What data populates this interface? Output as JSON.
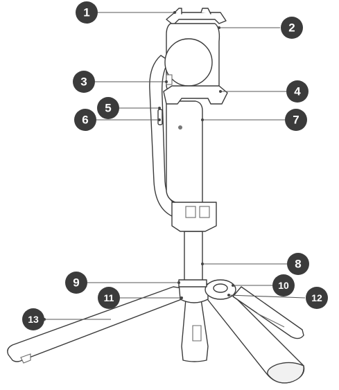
{
  "callouts": [
    {
      "label": "1"
    },
    {
      "label": "2"
    },
    {
      "label": "3"
    },
    {
      "label": "4"
    },
    {
      "label": "5"
    },
    {
      "label": "6"
    },
    {
      "label": "7"
    },
    {
      "label": "8"
    },
    {
      "label": "9"
    },
    {
      "label": "10"
    },
    {
      "label": "11"
    },
    {
      "label": "12"
    },
    {
      "label": "13"
    }
  ],
  "colors": {
    "badge": "#3b3b3b",
    "badge_text": "#ffffff",
    "line": "#3a3a3a"
  }
}
